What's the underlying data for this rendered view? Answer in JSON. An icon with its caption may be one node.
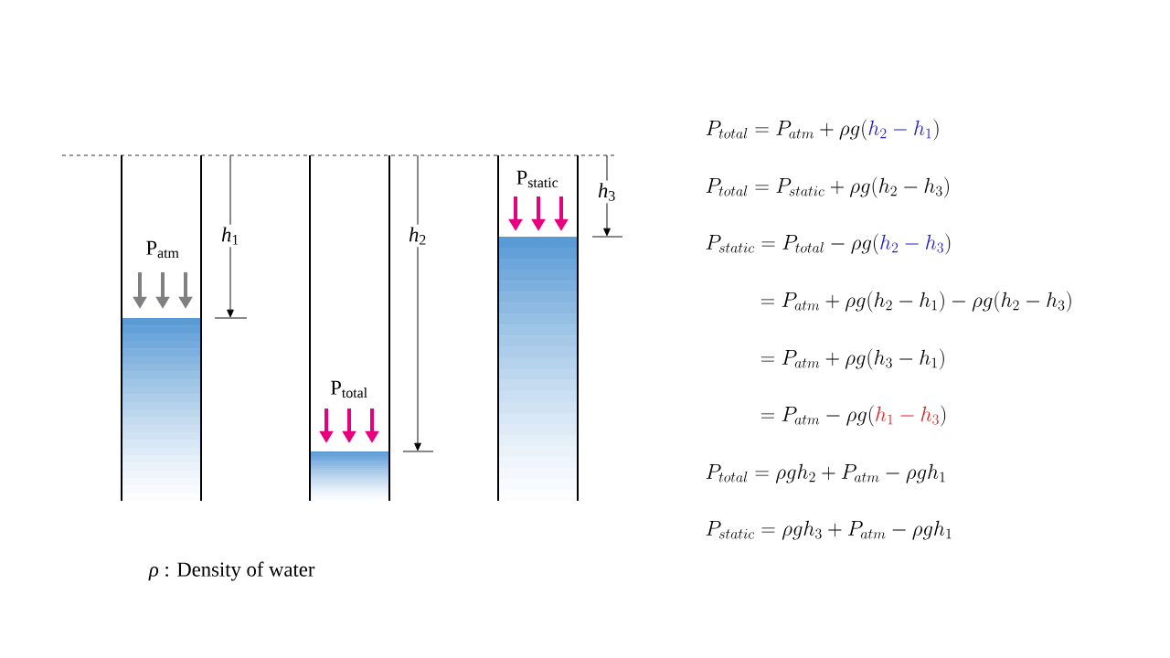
{
  "diagram": {
    "labels": [
      "P$_{static}$",
      "*h*$_{3}$",
      "*h*$_{1}$",
      "*h*$_{2}$",
      "P$_{atm}$",
      "P$_{total}$",
      "*ρ* : Density of water",
      "P_{total} = P_{atm} + \\rho g(\\textcolor{blue}{h_2 - h_1})",
      "P_{total} = P_{static} + \\rho g(h_2 - h_3)",
      "P_{static} = P_{total} - \\rho g(\\textcolor{blue}{h_2 - h_3})",
      "= P_{atm} + \\rho g(h_2 - h_1) - \\rho g(h_2 - h_3)",
      "= P_{atm} + \\rho g(h_3 - h_1)",
      "= P_{atm} - \\rho g(\\textcolor{red}{h_1 - h_3})",
      "P_{total} = \\rho g h_2 + P_{atm} - \\rho g h_1",
      "P_{static} = \\rho g h_3 + P_{atm} - \\rho g h_1"
    ]
  }
}
